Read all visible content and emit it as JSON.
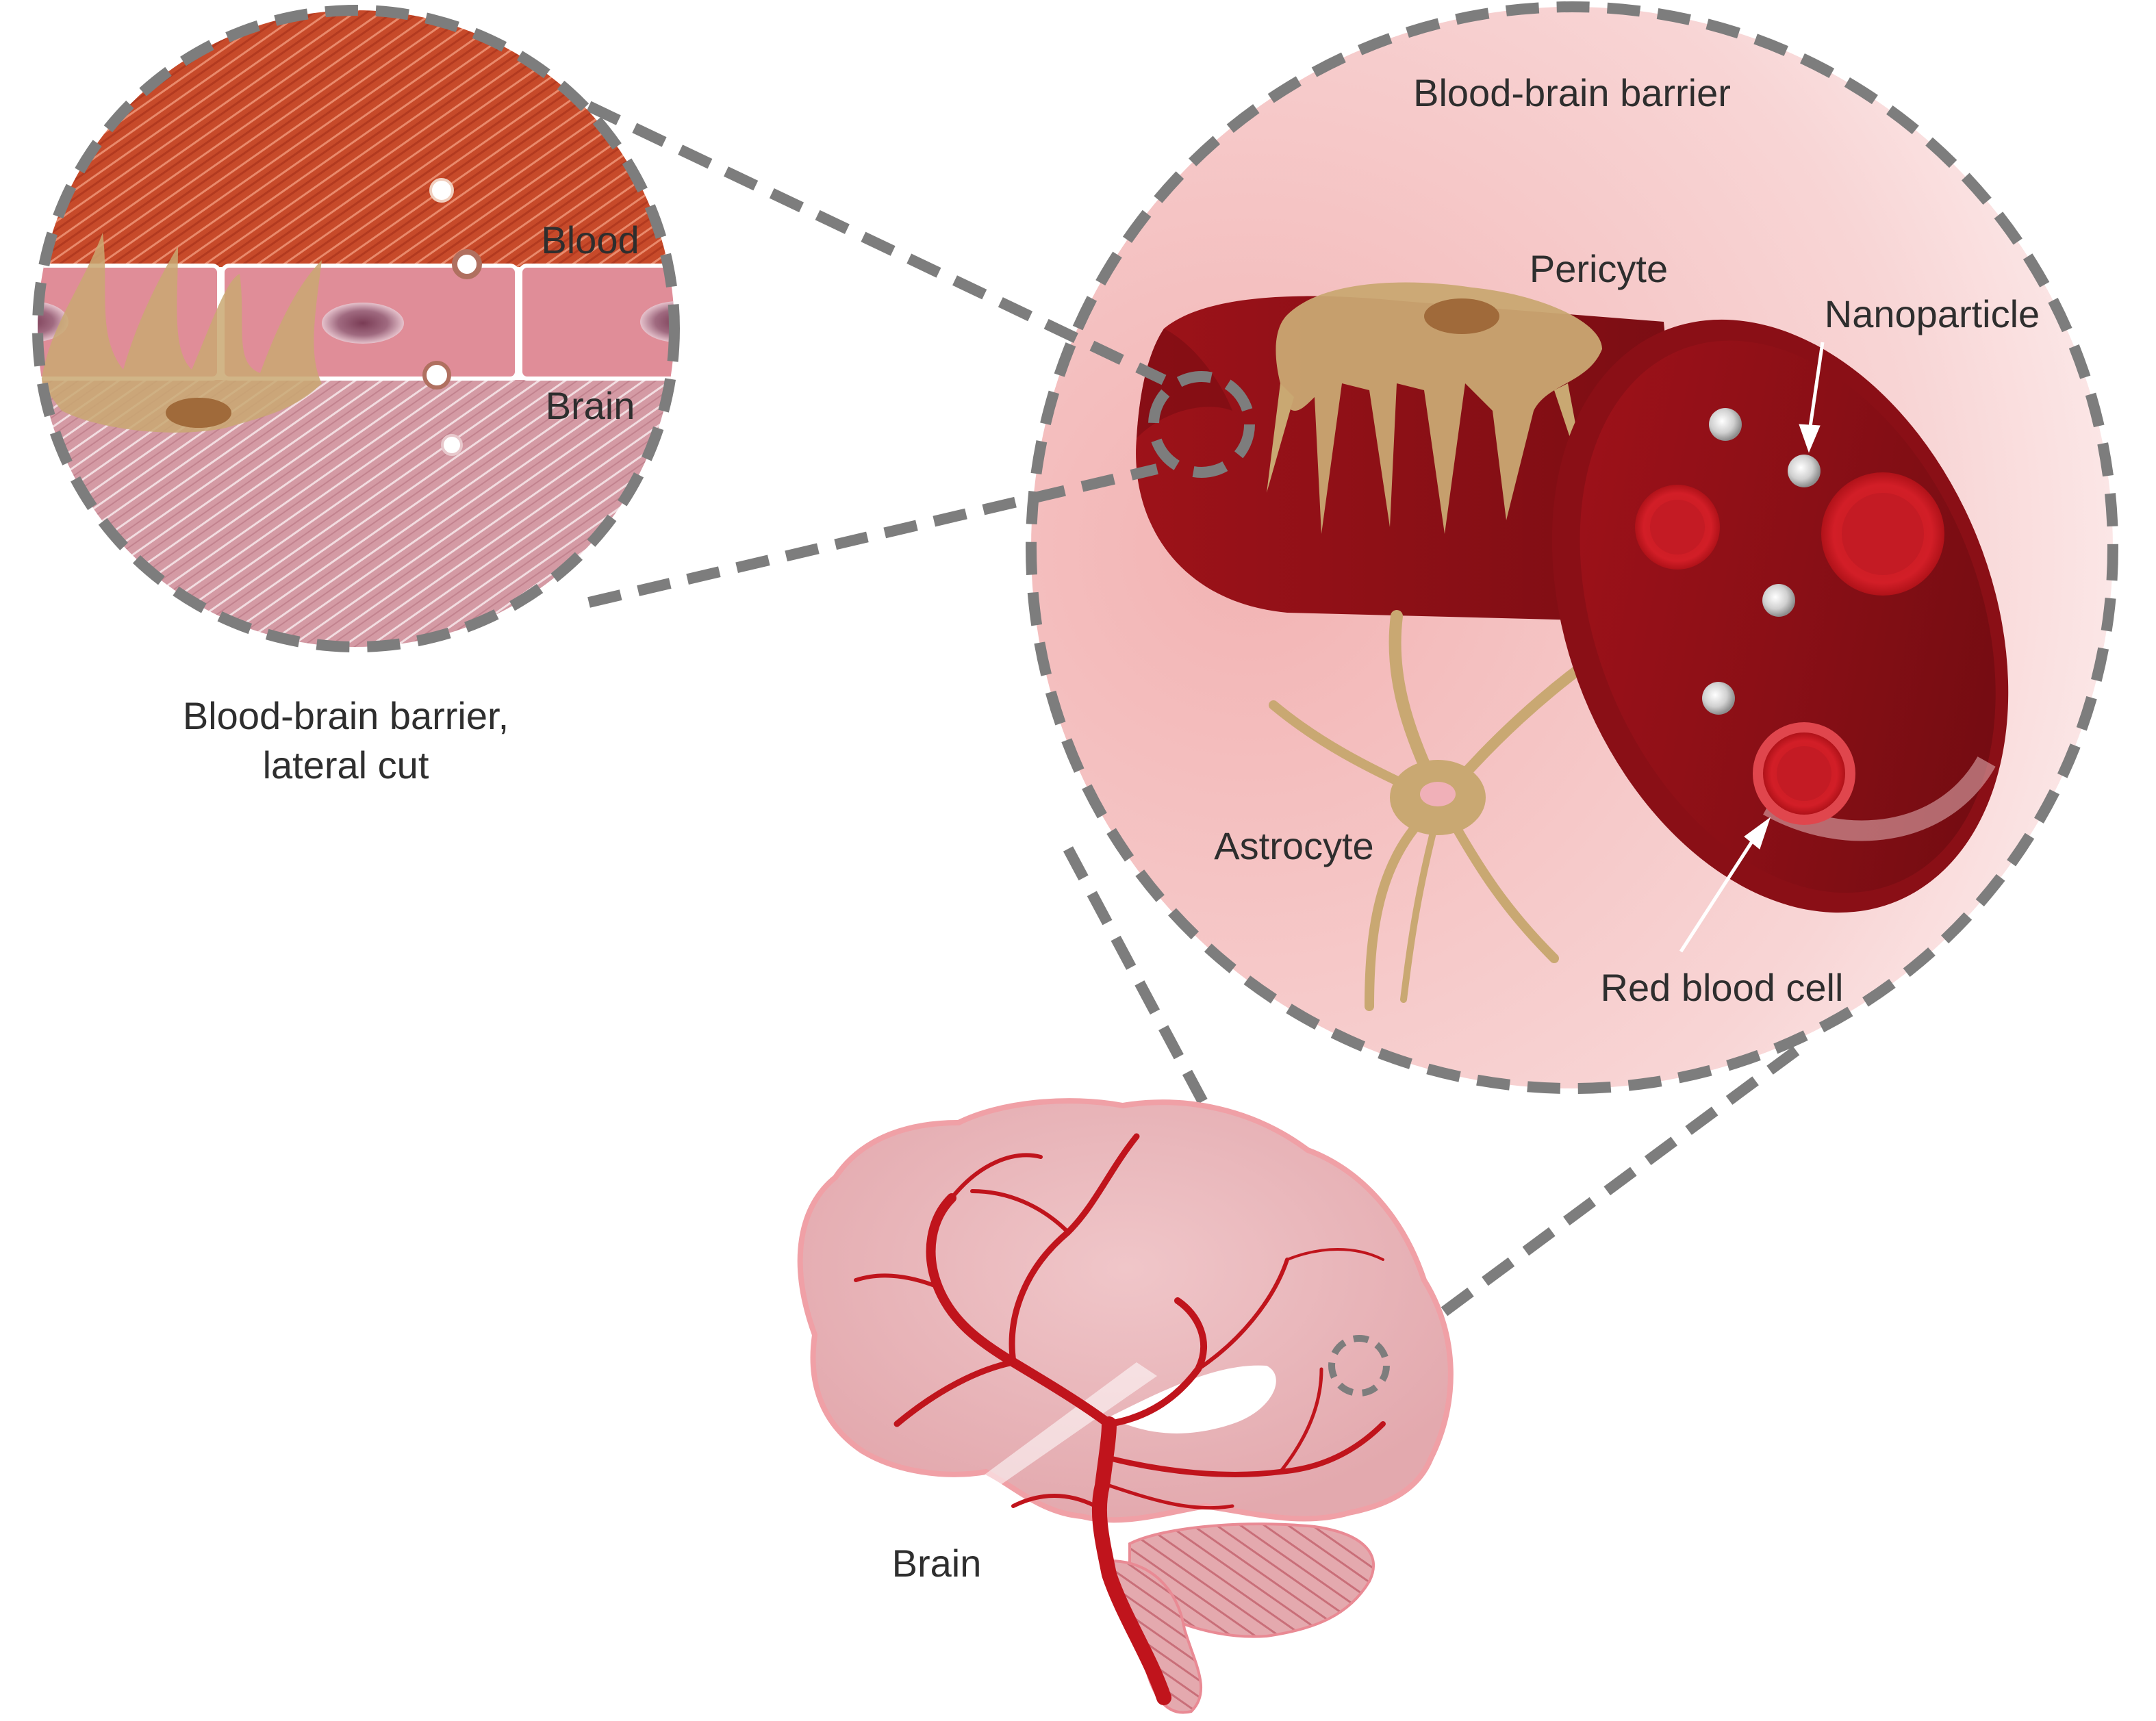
{
  "labels": {
    "bbb_title": "Blood-brain barrier",
    "pericyte": "Pericyte",
    "nanoparticle": "Nanoparticle",
    "astrocyte": "Astrocyte",
    "red_blood_cell": "Red blood cell",
    "blood": "Blood",
    "brain_side": "Brain",
    "lateral_line1": "Blood-brain barrier,",
    "lateral_line2": "lateral cut",
    "brain": "Brain"
  },
  "colors": {
    "vessel_dark": "#8a1117",
    "vessel_mid": "#b5161e",
    "rbc": "#c8141f",
    "blood_hatch": "#c9502e",
    "brain_hatch": "#d8a4ad",
    "endothelium": "#e08d98",
    "pericyte": "#c9a872",
    "brain_fill": "#e9b7bb",
    "artery": "#c0141c",
    "inset_bg": "#f4c4c4",
    "dashed_line": "#7d7d7d",
    "nanoparticle": "#d9d9d9"
  }
}
